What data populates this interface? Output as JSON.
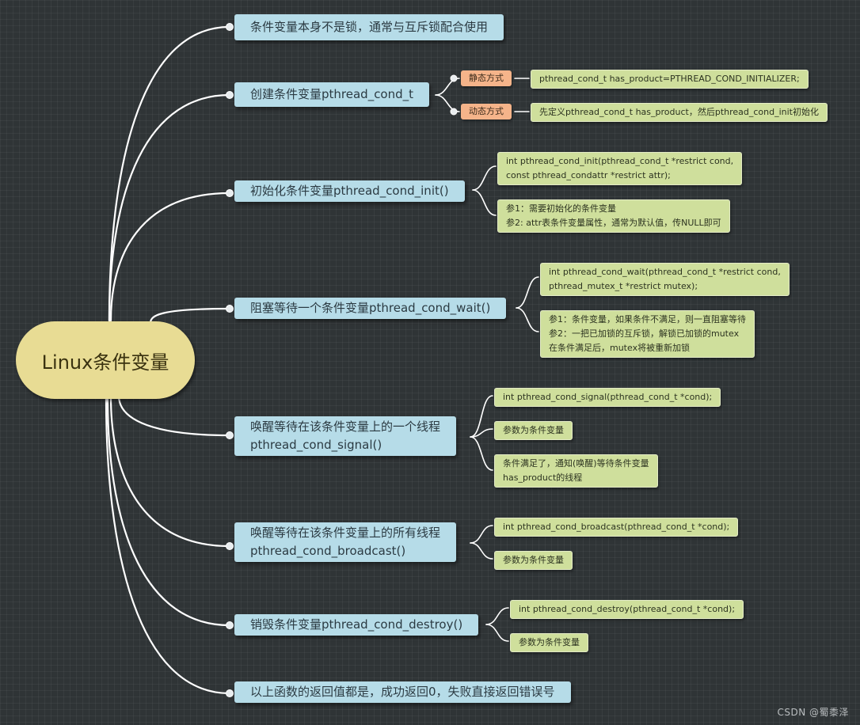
{
  "root": "Linux条件变量",
  "topics": [
    {
      "lines": [
        "条件变量本身不是锁，通常与互斥锁配合使用"
      ]
    },
    {
      "lines": [
        "创建条件变量pthread_cond_t"
      ],
      "subs": [
        {
          "tag": "静态方式",
          "value": "pthread_cond_t has_product=PTHREAD_COND_INITIALIZER;"
        },
        {
          "tag": "动态方式",
          "value": "先定义pthread_cond_t has_product，然后pthread_cond_init初始化"
        }
      ]
    },
    {
      "lines": [
        "初始化条件变量pthread_cond_init()"
      ],
      "leaves": [
        [
          "int pthread_cond_init(pthread_cond_t *restrict cond,",
          "const pthread_condattr *restrict attr);"
        ],
        [
          "参1：需要初始化的条件变量",
          "参2: attr表条件变量属性，通常为默认值，传NULL即可"
        ]
      ]
    },
    {
      "lines": [
        "阻塞等待一个条件变量pthread_cond_wait()"
      ],
      "leaves": [
        [
          "int pthread_cond_wait(pthread_cond_t *restrict cond,",
          "pthread_mutex_t *restrict mutex);"
        ],
        [
          "参1：条件变量，如果条件不满足，则一直阻塞等待",
          "参2：一把已加锁的互斥锁，解锁已加锁的mutex",
          "在条件满足后，mutex将被重新加锁"
        ]
      ]
    },
    {
      "lines": [
        "唤醒等待在该条件变量上的一个线程",
        "pthread_cond_signal()"
      ],
      "leaves": [
        [
          "int pthread_cond_signal(pthread_cond_t *cond);"
        ],
        [
          "参数为条件变量"
        ],
        [
          "条件满足了，通知(唤醒)等待条件变量",
          "has_product的线程"
        ]
      ]
    },
    {
      "lines": [
        "唤醒等待在该条件变量上的所有线程",
        "pthread_cond_broadcast()"
      ],
      "leaves": [
        [
          "int pthread_cond_broadcast(pthread_cond_t *cond);"
        ],
        [
          "参数为条件变量"
        ]
      ]
    },
    {
      "lines": [
        "销毁条件变量pthread_cond_destroy()"
      ],
      "leaves": [
        [
          "int pthread_cond_destroy(pthread_cond_t *cond);"
        ],
        [
          "参数为条件变量"
        ]
      ]
    },
    {
      "lines": [
        "以上函数的返回值都是，成功返回0，失败直接返回错误号"
      ]
    }
  ],
  "watermark": "CSDN @蜀黍泽",
  "colors": {
    "background": "#2f3436",
    "root": "#e8dc94",
    "topic": "#b6dce8",
    "tag": "#f5b48a",
    "leaf": "#cfdf9c",
    "link": "#ffffff"
  }
}
